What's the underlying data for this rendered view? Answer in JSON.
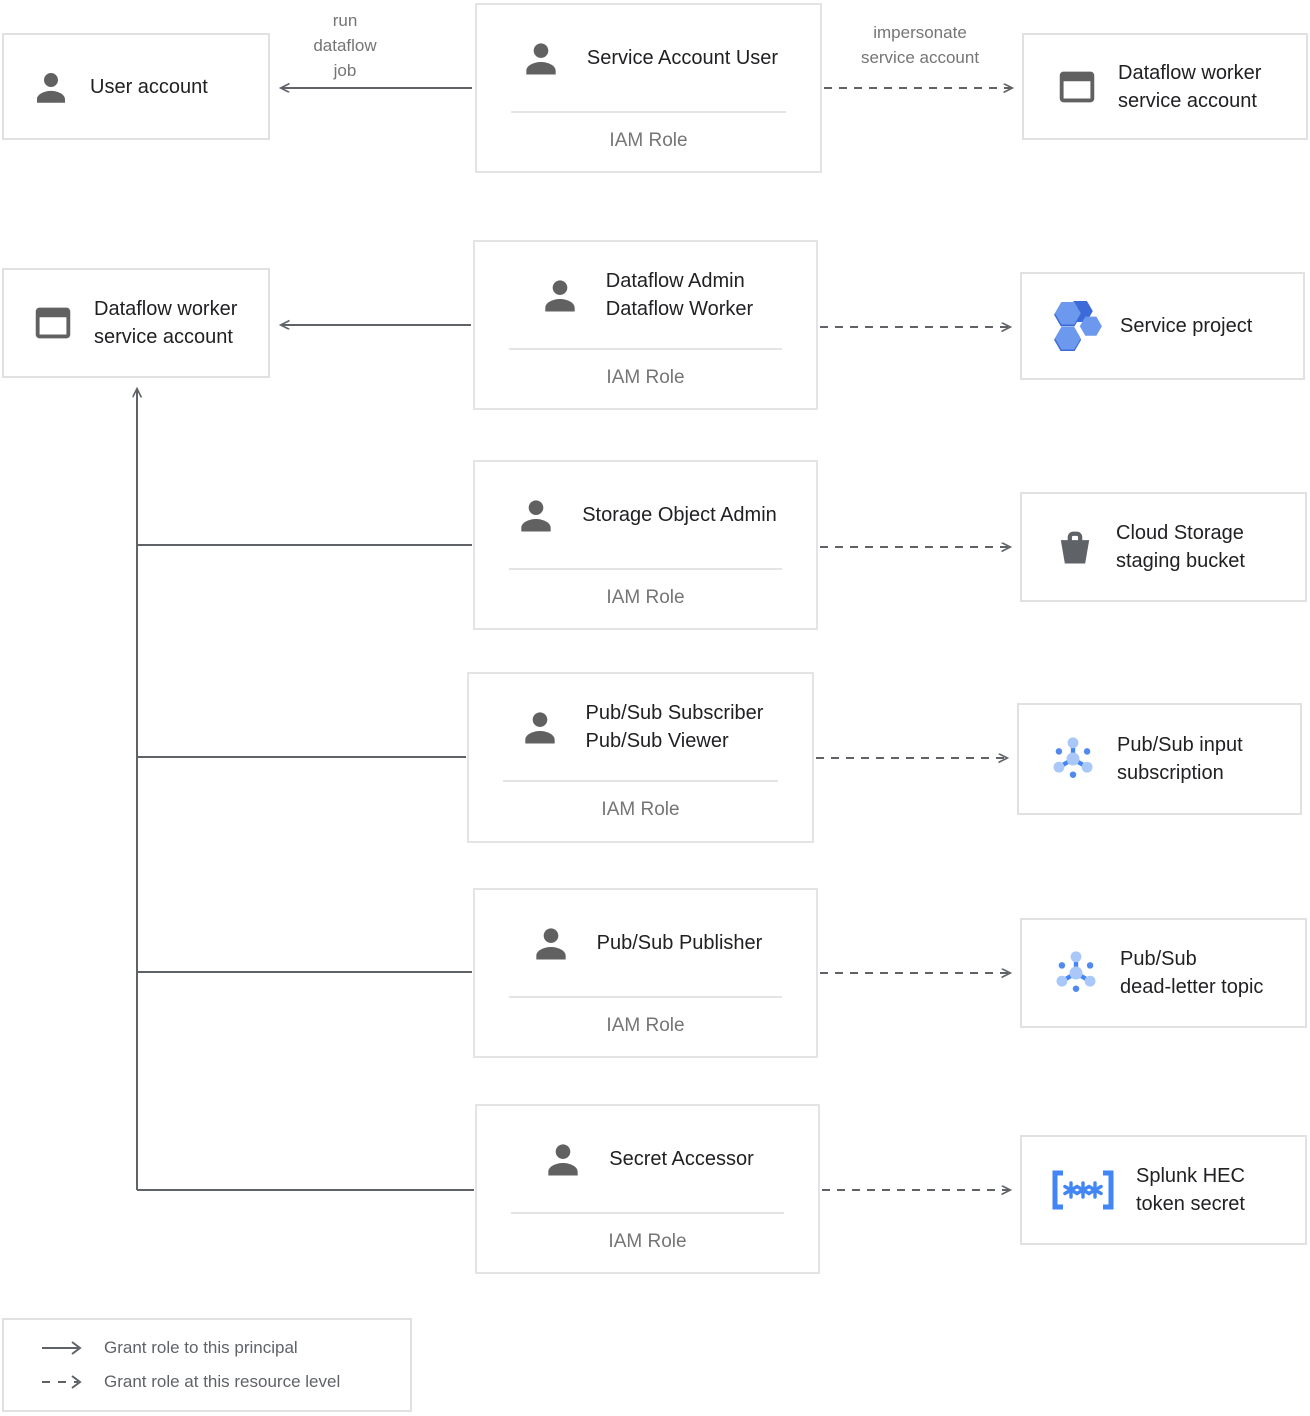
{
  "colors": {
    "accent_blue": "#4285f4",
    "light_blue": "#a9c7f9",
    "icon_gray": "#5f6368",
    "border_gray": "#e1e1e1",
    "text_primary": "#212124",
    "text_secondary": "#757575"
  },
  "edges": {
    "run_label": [
      "run",
      "dataflow",
      "job"
    ],
    "impersonate_label": [
      "impersonate",
      "service account"
    ]
  },
  "roles": [
    {
      "lines": [
        "Service Account User",
        ""
      ],
      "subtitle": "IAM Role"
    },
    {
      "lines": [
        "Dataflow Admin",
        "Dataflow Worker"
      ],
      "subtitle": "IAM Role"
    },
    {
      "lines": [
        "Storage Object Admin",
        ""
      ],
      "subtitle": "IAM Role"
    },
    {
      "lines": [
        "Pub/Sub Subscriber",
        "Pub/Sub Viewer"
      ],
      "subtitle": "IAM Role"
    },
    {
      "lines": [
        "Pub/Sub Publisher",
        ""
      ],
      "subtitle": "IAM Role"
    },
    {
      "lines": [
        "Secret Accessor",
        ""
      ],
      "subtitle": "IAM Role"
    }
  ],
  "principals": [
    {
      "lines": [
        "User account",
        ""
      ]
    },
    {
      "lines": [
        "Dataflow worker",
        "service account"
      ]
    }
  ],
  "resources": [
    {
      "lines": [
        "Dataflow worker",
        "service account"
      ]
    },
    {
      "lines": [
        "Service project",
        ""
      ]
    },
    {
      "lines": [
        "Cloud Storage",
        "staging bucket"
      ]
    },
    {
      "lines": [
        "Pub/Sub input",
        "subscription"
      ]
    },
    {
      "lines": [
        "Pub/Sub",
        "dead-letter topic"
      ]
    },
    {
      "lines": [
        "Splunk HEC",
        "token secret"
      ]
    }
  ],
  "legend": {
    "items": [
      {
        "label": "Grant role to this principal"
      },
      {
        "label": "Grant role at this resource level"
      }
    ]
  }
}
